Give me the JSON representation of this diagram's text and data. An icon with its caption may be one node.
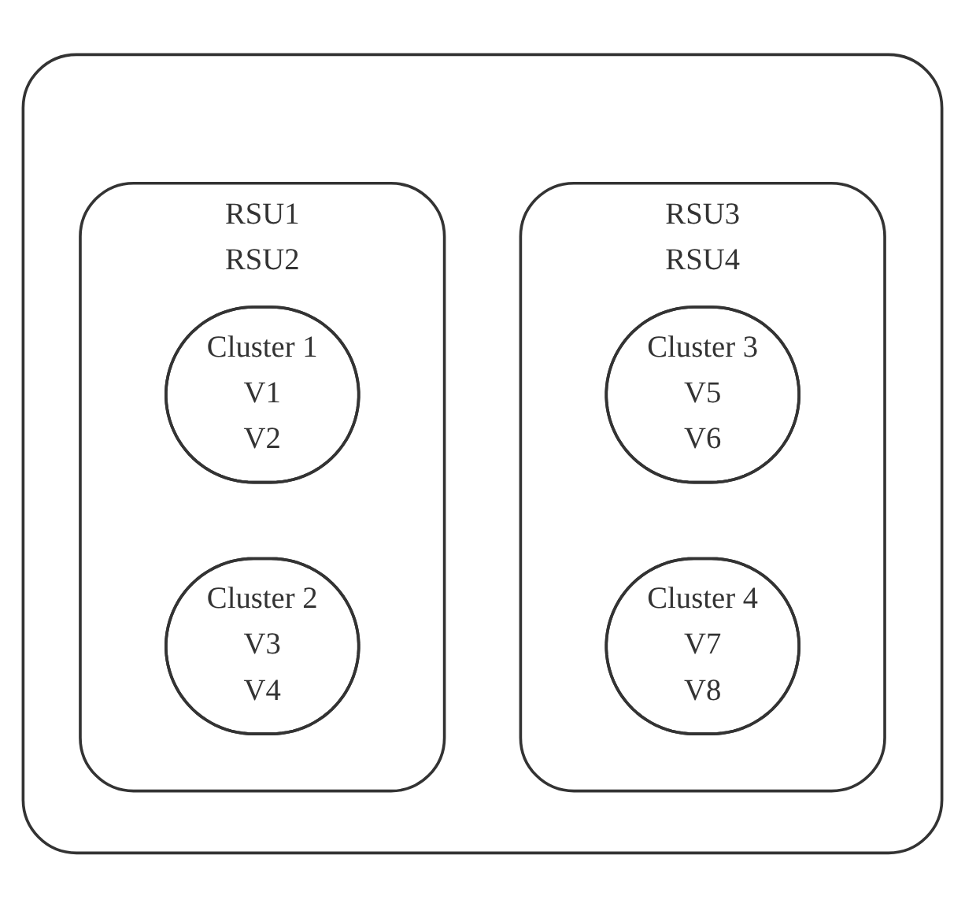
{
  "diagram": {
    "nodes": [
      {
        "text": [],
        "shape": "box"
      },
      {
        "text": [
          "RSU1",
          "RSU2"
        ],
        "in": 0
      },
      {
        "text": [
          "Cluster 1",
          "V1",
          "V2"
        ],
        "in": 1
      },
      {
        "text": [
          "Cluster 2",
          "V3",
          "V4"
        ],
        "in": 1
      },
      {
        "text": [
          "RSU3",
          "RSU4"
        ],
        "in": 0
      },
      {
        "text": [
          "Cluster 3",
          "V5",
          "V6"
        ],
        "in": 4
      },
      {
        "text": [
          "Cluster 4",
          "V7",
          "V8"
        ],
        "in": 4
      }
    ],
    "edges": []
  }
}
